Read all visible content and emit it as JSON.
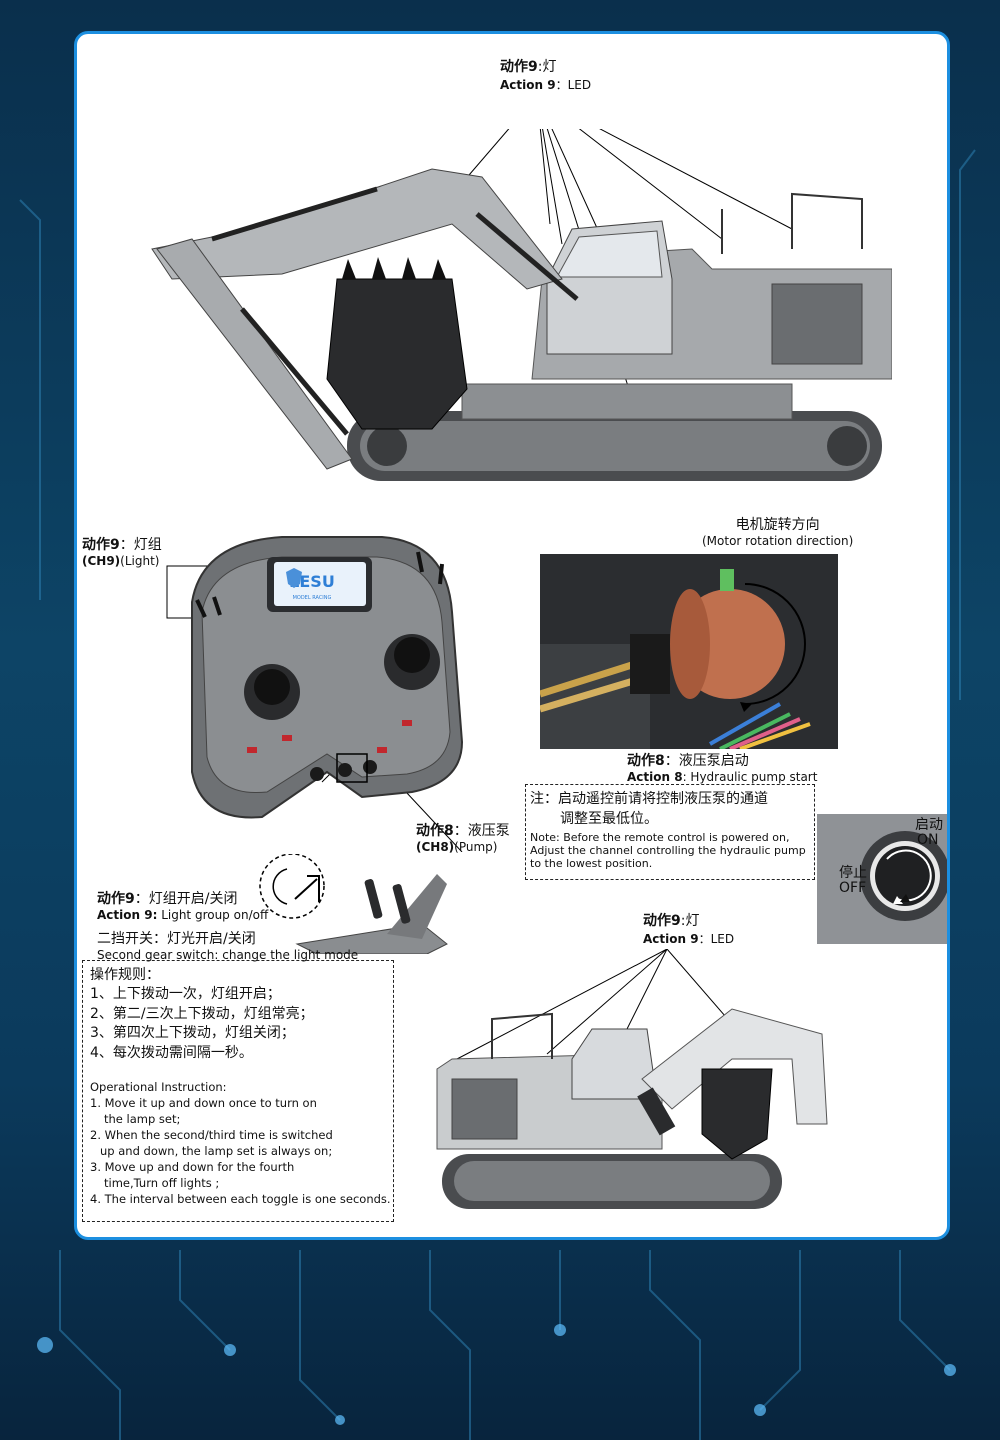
{
  "top_label": {
    "cn_bold": "动作9",
    "cn_rest": ":灯",
    "en_bold": "Action 9",
    "en_rest": "：LED"
  },
  "light_group": {
    "cn_bold": "动作9",
    "cn_rest": "：灯组",
    "en_bold": "(CH9)",
    "en_rest": "(Light)"
  },
  "motor": {
    "cn": "电机旋转方向",
    "en": "(Motor rotation direction)"
  },
  "remote_brand": {
    "name": "LESU",
    "sub": "MODEL RACING"
  },
  "pump_start": {
    "cn_bold": "动作8",
    "cn_rest": "：液压泵启动",
    "en_bold": "Action 8",
    "en_rest": ": Hydraulic pump start"
  },
  "pump": {
    "cn_bold": "动作8",
    "cn_rest": "：液压泵",
    "en_bold": "(CH8)",
    "en_rest": "(Pump)"
  },
  "note": {
    "cn1": "注：启动遥控前请将控制液压泵的通道",
    "cn2": "调整至最低位。",
    "en1": "Note: Before the remote control is powered on,",
    "en2": "Adjust the channel controlling the hydraulic pump",
    "en3": "to the lowest position."
  },
  "knob": {
    "on_cn": "启动",
    "on_en": "ON",
    "off_cn": "停止",
    "off_en": "OFF"
  },
  "switch_label": {
    "cn_bold": "动作9",
    "cn_rest": "：灯组开启/关闭",
    "en_bold": "Action 9:",
    "en_rest": " Light group on/off"
  },
  "gear_switch": {
    "cn": "二挡开关：灯光开启/关闭",
    "en": "Second gear switch: change the light mode"
  },
  "bottom_label": {
    "cn_bold": "动作9",
    "cn_rest": ":灯",
    "en_bold": "Action 9",
    "en_rest": "：LED"
  },
  "rules": {
    "title": "操作规则：",
    "cn": [
      "1、上下拨动一次，灯组开启；",
      "2、第二/三次上下拨动，灯组常亮；",
      "3、第四次上下拨动，灯组关闭；",
      "4、每次拨动需间隔一秒。"
    ],
    "en_title": "Operational Instruction:",
    "en": [
      "1. Move it up and down once to turn on",
      "the lamp set;",
      "2. When the second/third time is switched",
      "up and down, the lamp set is always on;",
      "3. Move up and down for the fourth",
      "time,Turn off lights ;",
      "4. The interval between each toggle is one seconds."
    ]
  },
  "colors": {
    "frame": "#1c8fe0",
    "bg_dark": "#0a2f4c",
    "machine": "#9a9da0",
    "track": "#4a4c4f"
  }
}
